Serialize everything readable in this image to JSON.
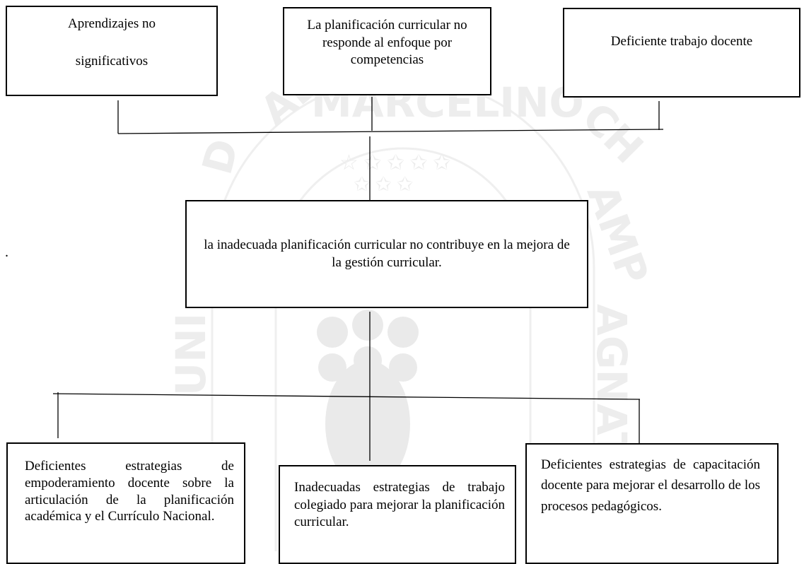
{
  "diagram": {
    "effects": [
      "Aprendizajes no significativos",
      "La planificación curricular no responde al enfoque por competencias",
      "Deficiente trabajo docente"
    ],
    "effect_1_lines": [
      "Aprendizajes no",
      "significativos"
    ],
    "central_problem": "la inadecuada planificación curricular no contribuye en la mejora de la gestión curricular.",
    "causes": [
      "Deficientes estrategias de empoderamiento docente sobre la articulación de la planificación académica y el Currículo Nacional.",
      "Inadecuadas estrategias de trabajo colegiado para mejorar la planificación curricular.",
      "Deficientes estrategias de capacitación docente para mejorar el desarrollo de los procesos pedagógicos."
    ],
    "stray_mark": "."
  },
  "watermark": {
    "text_left": "UNIVERSIDAD",
    "text_top": "MARCELINO",
    "text_right": "CHAMPAGNAT",
    "color": "#ececec"
  }
}
